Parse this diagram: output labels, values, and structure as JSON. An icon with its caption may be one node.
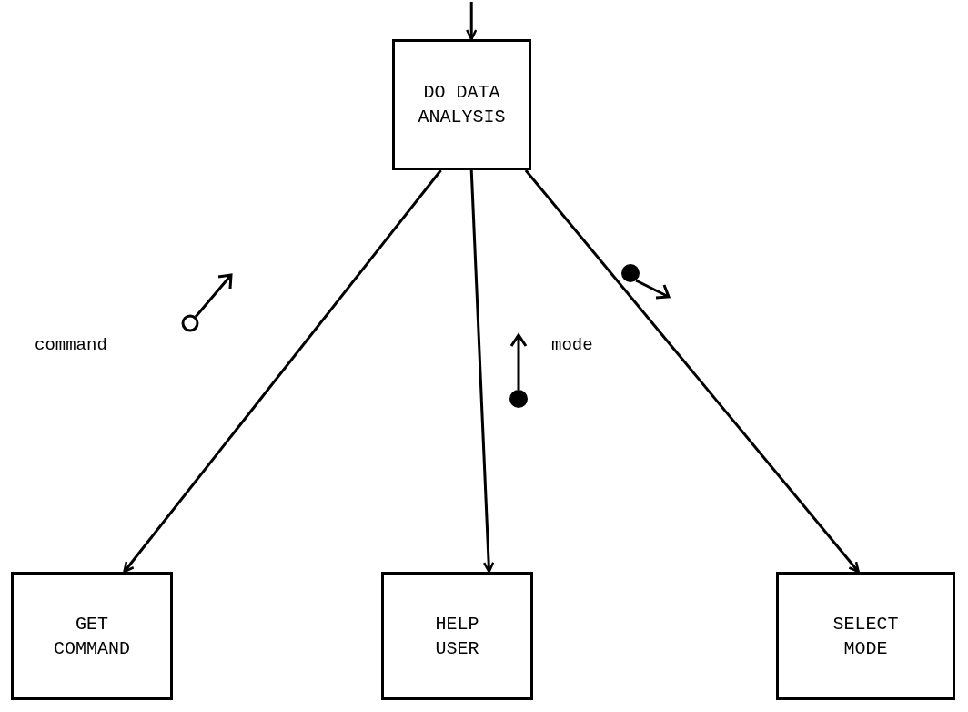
{
  "diagram": {
    "nodes": [
      {
        "text": [
          "DO DATA ANALYSIS"
        ]
      },
      {
        "text": [
          "GET COMMAND"
        ]
      },
      {
        "text": [
          "HELP USER"
        ]
      },
      {
        "text": [
          "SELECT MODE"
        ]
      }
    ],
    "edges": [
      {
        "from": null,
        "to": 0,
        "arrow": "to"
      },
      {
        "from": 0,
        "to": 1,
        "arrow": "to"
      },
      {
        "from": 0,
        "to": 2,
        "arrow": "to"
      },
      {
        "from": 0,
        "to": 3,
        "arrow": "to"
      }
    ],
    "labels": [
      "command",
      "mode"
    ]
  }
}
